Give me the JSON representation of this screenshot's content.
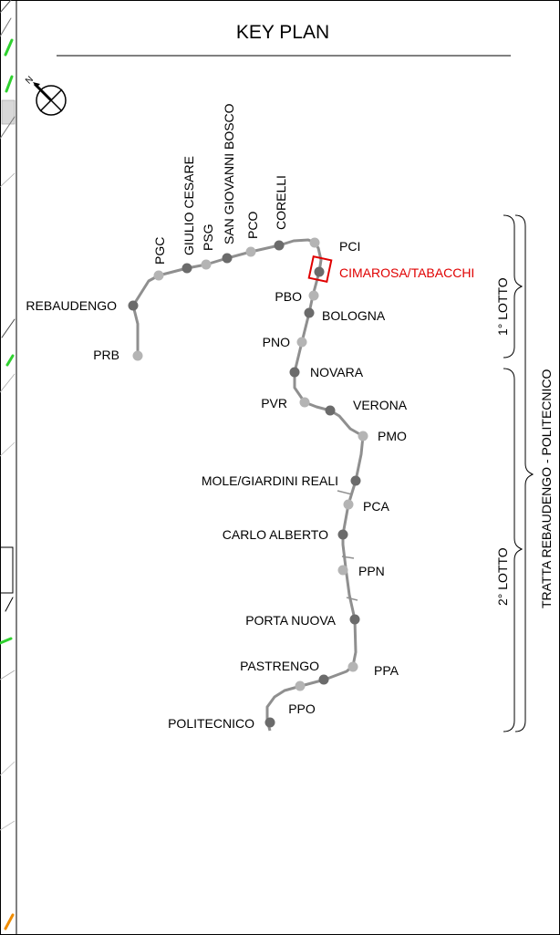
{
  "title": "KEY PLAN",
  "north_label": "N",
  "colors": {
    "route": "#8f8f8f",
    "station_dark": "#6b6b6b",
    "station_light": "#b4b4b4",
    "highlight": "#e00000",
    "frame": "#000000",
    "left_strip_green": "#2fd12f",
    "left_strip_orange": "#f08c00"
  },
  "stations": [
    {
      "name": "PRB",
      "tone": "light"
    },
    {
      "name": "REBAUDENGO",
      "tone": "dark"
    },
    {
      "name": "PGC",
      "tone": "light"
    },
    {
      "name": "GIULIO CESARE",
      "tone": "dark"
    },
    {
      "name": "PSG",
      "tone": "light"
    },
    {
      "name": "SAN GIOVANNI BOSCO",
      "tone": "dark"
    },
    {
      "name": "PCO",
      "tone": "light"
    },
    {
      "name": "CORELLI",
      "tone": "dark"
    },
    {
      "name": "PCI",
      "tone": "light"
    },
    {
      "name": "CIMAROSA/TABACCHI",
      "tone": "dark",
      "highlighted": true
    },
    {
      "name": "PBO",
      "tone": "light"
    },
    {
      "name": "BOLOGNA",
      "tone": "dark"
    },
    {
      "name": "PNO",
      "tone": "light"
    },
    {
      "name": "NOVARA",
      "tone": "dark"
    },
    {
      "name": "PVR",
      "tone": "light"
    },
    {
      "name": "VERONA",
      "tone": "dark"
    },
    {
      "name": "PMO",
      "tone": "light"
    },
    {
      "name": "MOLE/GIARDINI REALI",
      "tone": "dark"
    },
    {
      "name": "PCA",
      "tone": "light"
    },
    {
      "name": "CARLO ALBERTO",
      "tone": "dark"
    },
    {
      "name": "PPN",
      "tone": "light"
    },
    {
      "name": "PORTA NUOVA",
      "tone": "dark"
    },
    {
      "name": "PPA",
      "tone": "light"
    },
    {
      "name": "PASTRENGO",
      "tone": "dark"
    },
    {
      "name": "PPO",
      "tone": "light"
    },
    {
      "name": "POLITECNICO",
      "tone": "dark"
    }
  ],
  "lots": {
    "first": "1° LOTTO",
    "second": "2° LOTTO"
  },
  "section_label": "TRATTA REBAUDENGO - POLITECNICO"
}
